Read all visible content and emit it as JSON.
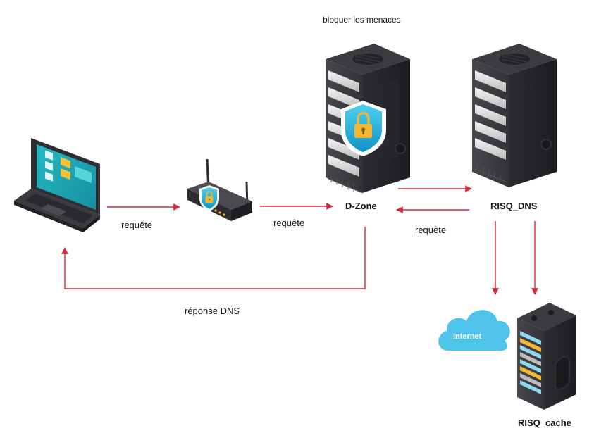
{
  "title": "bloquer les menaces",
  "nodes": {
    "dzone": "D-Zone",
    "risq_dns": "RISQ_DNS",
    "internet": "Internet",
    "risq_cache": "RISQ_cache"
  },
  "edges": {
    "laptop_to_router": "requête",
    "router_to_dzone": "requête",
    "risq_to_dzone": "requête",
    "dzone_to_laptop": "réponse DNS"
  },
  "colors": {
    "arrow": "#d8283c",
    "shield": "#1aa8cf",
    "lock": "#f2b632",
    "cloud": "#4fc3ea",
    "server_dark": "#2a2a2e",
    "server_mid": "#3b3b40"
  },
  "icons": [
    "laptop-icon",
    "router-icon",
    "server-icon",
    "shield-lock-icon",
    "cloud-icon"
  ]
}
